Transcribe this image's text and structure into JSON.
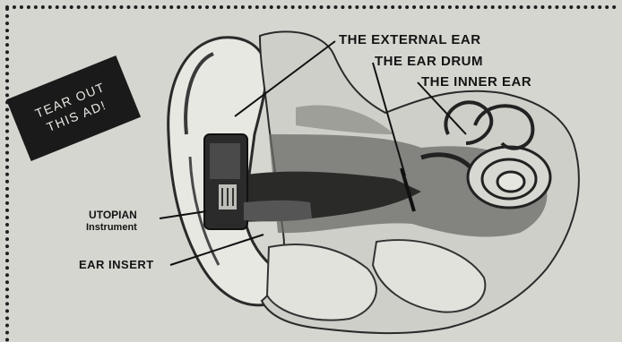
{
  "banner": {
    "line1": "TEAR OUT",
    "line2": "THIS AD!"
  },
  "labels": {
    "external_ear": "THE EXTERNAL EAR",
    "ear_drum": "THE EAR DRUM",
    "inner_ear": "THE INNER EAR",
    "instrument_line1": "UTOPIAN",
    "instrument_line2": "Instrument",
    "ear_insert": "EAR INSERT"
  },
  "colors": {
    "paper": "#d6d6d1",
    "ink": "#141414",
    "banner_bg": "#1a1a1a",
    "banner_text": "#e8e8e2"
  },
  "icons": {
    "illustration": "ear-cross-section-illustration"
  }
}
